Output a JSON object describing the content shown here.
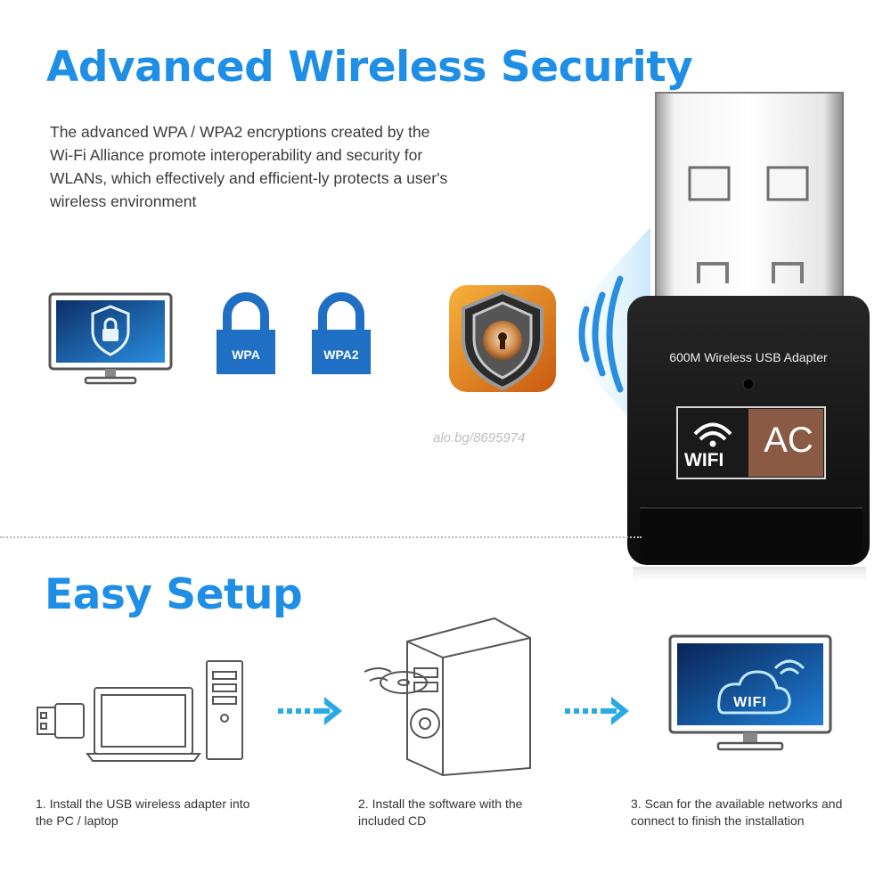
{
  "security": {
    "title": "Advanced Wireless Security",
    "description": "The advanced WPA / WPA2 encryptions created by the Wi-Fi Alliance promote interoperability and security for WLANs, which effectively and efficient-ly protects a user's wireless environment",
    "locks": [
      "WPA",
      "WPA2"
    ]
  },
  "product": {
    "model_label": "600M Wireless USB Adapter",
    "logo_wifi": "WIFI",
    "logo_ac": "AC"
  },
  "watermark": "alo.bg/8695974",
  "setup": {
    "title": "Easy Setup",
    "steps": [
      "1. Install the USB wireless adapter into the PC / laptop",
      "2. Install the software with the included CD",
      "3. Scan for the available networks and connect to finish the installation"
    ],
    "screen_label": "WIFI"
  },
  "colors": {
    "accent_blue": "#1e8ee6",
    "icon_blue": "#1f6fc4",
    "adapter_black": "#141414",
    "ac_brown": "#8a5a44"
  }
}
